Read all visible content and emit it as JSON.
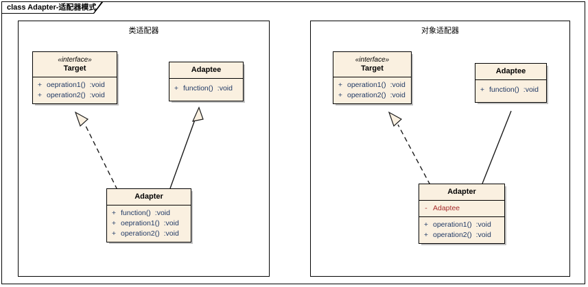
{
  "frame": {
    "title": "class Adapter-适配器模式"
  },
  "panels": [
    {
      "id": "class-adapter-panel",
      "title": "类适配器"
    },
    {
      "id": "object-adapter-panel",
      "title": "对象适配器"
    }
  ],
  "left": {
    "target": {
      "stereotype": "«interface»",
      "name": "Target",
      "operations": [
        {
          "visibility": "+",
          "name": "oepration1()",
          "type": ":void"
        },
        {
          "visibility": "+",
          "name": "operation2()",
          "type": ":void"
        }
      ]
    },
    "adaptee": {
      "name": "Adaptee",
      "operations": [
        {
          "visibility": "+",
          "name": "function()",
          "type": ":void"
        }
      ]
    },
    "adapter": {
      "name": "Adapter",
      "operations": [
        {
          "visibility": "+",
          "name": "function()",
          "type": ":void"
        },
        {
          "visibility": "+",
          "name": "oepration1()",
          "type": ":void"
        },
        {
          "visibility": "+",
          "name": "operation2()",
          "type": ":void"
        }
      ]
    }
  },
  "right": {
    "target": {
      "stereotype": "«interface»",
      "name": "Target",
      "operations": [
        {
          "visibility": "+",
          "name": "operation1()",
          "type": ":void"
        },
        {
          "visibility": "+",
          "name": "operation2()",
          "type": ":void"
        }
      ]
    },
    "adaptee": {
      "name": "Adaptee",
      "operations": [
        {
          "visibility": "+",
          "name": "function()",
          "type": ":void"
        }
      ]
    },
    "adapter": {
      "name": "Adapter",
      "attributes": [
        {
          "visibility": "-",
          "name": "Adaptee",
          "type": ""
        }
      ],
      "operations": [
        {
          "visibility": "+",
          "name": "operation1()",
          "type": ":void"
        },
        {
          "visibility": "+",
          "name": "operation2()",
          "type": ":void"
        }
      ]
    }
  },
  "colors": {
    "class_fill": "#faf0e0",
    "border": "#000000",
    "member_text": "#1f3864",
    "attribute_text": "#a52a2a",
    "background": "#ffffff"
  },
  "connectors": [
    {
      "name": "left-adapter-realizes-target",
      "kind": "realization",
      "style": "dashed",
      "arrow": "hollow-triangle"
    },
    {
      "name": "left-adapter-extends-adaptee",
      "kind": "generalization",
      "style": "solid",
      "arrow": "hollow-triangle"
    },
    {
      "name": "right-adapter-realizes-target",
      "kind": "realization",
      "style": "dashed",
      "arrow": "hollow-triangle"
    },
    {
      "name": "right-adapter-associates-adaptee",
      "kind": "association",
      "style": "solid",
      "arrow": "none"
    }
  ]
}
